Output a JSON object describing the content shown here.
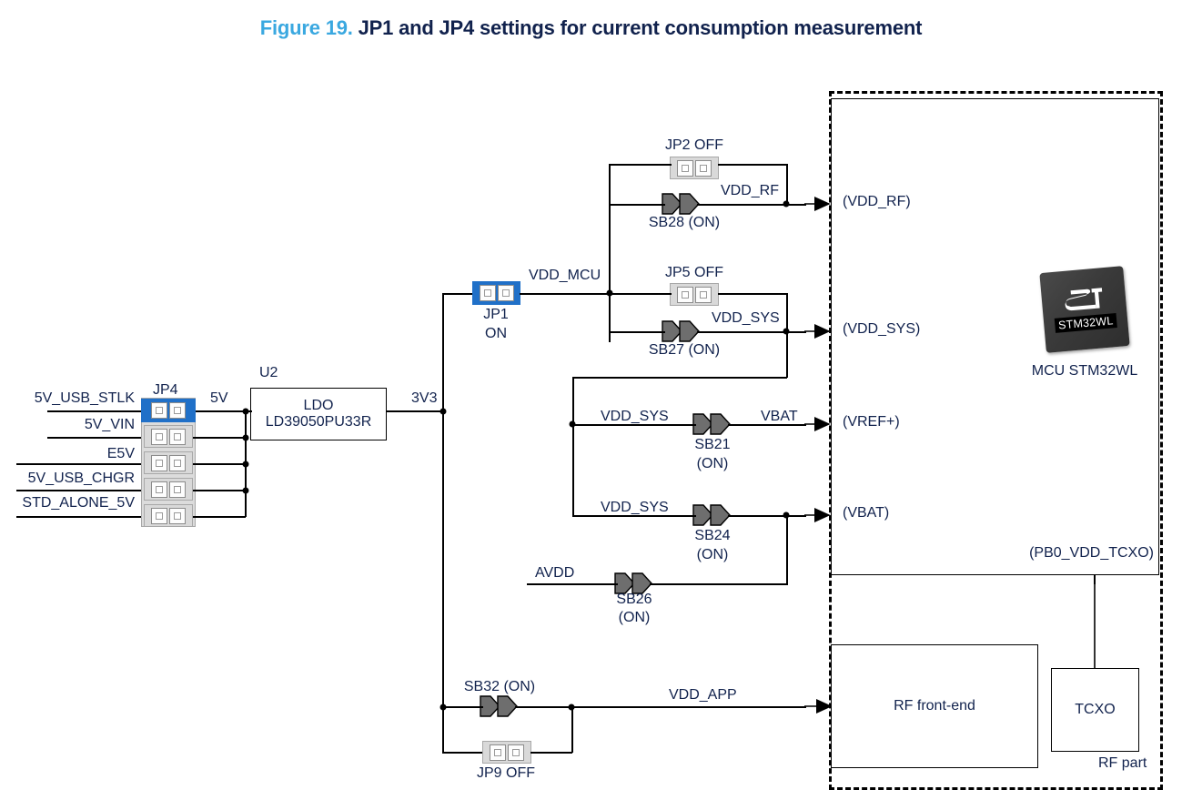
{
  "title": {
    "figure_number": "Figure 19.",
    "text": "JP1 and JP4 settings for current consumption measurement"
  },
  "colors": {
    "title_accent": "#3aa8e0",
    "title_main": "#11224d",
    "label": "#11224d",
    "jumper_on_highlight": "#2070c8",
    "jumper_off": "#d9d9d9",
    "solder_bridge": "#6e6e6e",
    "wire": "#000000"
  },
  "left_inputs": [
    {
      "label": "5V_USB_STLK"
    },
    {
      "label": "5V_VIN"
    },
    {
      "label": "E5V"
    },
    {
      "label": "5V_USB_CHGR"
    },
    {
      "label": "STD_ALONE_5V"
    }
  ],
  "connector_jp4": {
    "name": "JP4",
    "rows": 5,
    "columns": 2,
    "highlighted_row": 1,
    "output_net": "5V"
  },
  "ldo": {
    "refdes": "U2",
    "line1": "LDO",
    "line2": "LD39050PU33R",
    "output_net": "3V3"
  },
  "jumpers": [
    {
      "id": "jp1",
      "name": "JP1",
      "state": "ON",
      "state_label": "ON",
      "highlighted": true
    },
    {
      "id": "jp2",
      "name": "JP2 OFF",
      "state": "OFF",
      "highlighted": false
    },
    {
      "id": "jp5",
      "name": "JP5 OFF",
      "state": "OFF",
      "highlighted": false
    },
    {
      "id": "jp9",
      "name": "JP9 OFF",
      "state": "OFF",
      "highlighted": false
    }
  ],
  "solder_bridges": [
    {
      "id": "sb28",
      "label": "SB28 (ON)",
      "state": "ON"
    },
    {
      "id": "sb27",
      "label": "SB27 (ON)",
      "state": "ON"
    },
    {
      "id": "sb21",
      "label": "SB21",
      "sub": "(ON)",
      "state": "ON"
    },
    {
      "id": "sb24",
      "label": "SB24",
      "sub": "(ON)",
      "state": "ON"
    },
    {
      "id": "sb26",
      "label": "SB26",
      "sub": "(ON)",
      "state": "ON"
    },
    {
      "id": "sb32",
      "label": "SB32 (ON)",
      "state": "ON"
    }
  ],
  "nets": {
    "vdd_mcu": "VDD_MCU",
    "vdd_rf": "VDD_RF",
    "vdd_sys": "VDD_SYS",
    "vdd_sys_2": "VDD_SYS",
    "vdd_sys_3": "VDD_SYS",
    "vbat": "VBAT",
    "avdd": "AVDD",
    "vdd_app": "VDD_APP",
    "v5": "5V",
    "v3v3": "3V3"
  },
  "mcu": {
    "chip_label": "STM32WL",
    "caption": "MCU STM32WL",
    "pins": [
      {
        "label": "(VDD_RF)"
      },
      {
        "label": "(VDD_SYS)"
      },
      {
        "label": "(VREF+)"
      },
      {
        "label": "(VBAT)"
      },
      {
        "label": "(PB0_VDD_TCXO)"
      }
    ]
  },
  "rf_part": {
    "caption": "RF part",
    "blocks": [
      {
        "id": "rf-front-end",
        "label": "RF front-end"
      },
      {
        "id": "tcxo",
        "label": "TCXO"
      }
    ]
  }
}
